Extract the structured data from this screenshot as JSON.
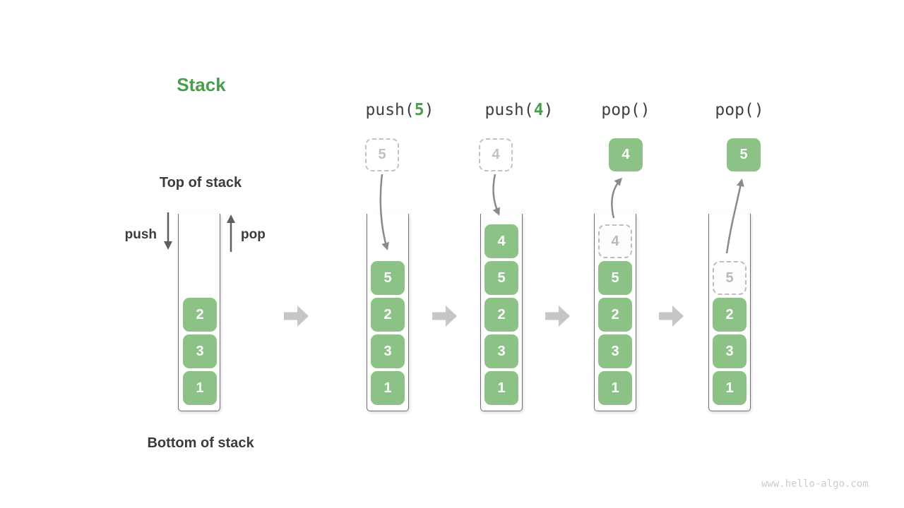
{
  "page": {
    "title": "Stack",
    "watermark": "www.hello-algo.com"
  },
  "legend": {
    "top_label": "Top of stack",
    "bottom_label": "Bottom of stack",
    "push_label": "push",
    "pop_label": "pop"
  },
  "base_stack": {
    "cells": [
      {
        "value": "2"
      },
      {
        "value": "3"
      },
      {
        "value": "1"
      }
    ]
  },
  "operations": [
    {
      "name": "push(5)",
      "label": {
        "prefix": "push(",
        "arg": "5",
        "suffix": ")"
      },
      "floating": {
        "value": "5",
        "style": "dashed"
      },
      "arrow_direction": "down",
      "cells": [
        {
          "value": "5"
        },
        {
          "value": "2"
        },
        {
          "value": "3"
        },
        {
          "value": "1"
        }
      ]
    },
    {
      "name": "push(4)",
      "label": {
        "prefix": "push(",
        "arg": "4",
        "suffix": ")"
      },
      "floating": {
        "value": "4",
        "style": "dashed"
      },
      "arrow_direction": "down",
      "cells": [
        {
          "value": "4"
        },
        {
          "value": "5"
        },
        {
          "value": "2"
        },
        {
          "value": "3"
        },
        {
          "value": "1"
        }
      ]
    },
    {
      "name": "pop()",
      "label": {
        "prefix": "pop(",
        "arg": "",
        "suffix": ")"
      },
      "floating": {
        "value": "4",
        "style": "solid"
      },
      "arrow_direction": "up",
      "cells": [
        {
          "value": "4",
          "ghost": true
        },
        {
          "value": "5"
        },
        {
          "value": "2"
        },
        {
          "value": "3"
        },
        {
          "value": "1"
        }
      ]
    },
    {
      "name": "pop()",
      "label": {
        "prefix": "pop(",
        "arg": "",
        "suffix": ")"
      },
      "floating": {
        "value": "5",
        "style": "solid"
      },
      "arrow_direction": "up",
      "cells": [
        {
          "value": "5",
          "ghost": true
        },
        {
          "value": "2"
        },
        {
          "value": "3"
        },
        {
          "value": "1"
        }
      ]
    }
  ],
  "colors": {
    "cell_green": "#8dc287",
    "accent_green": "#4a9d4a",
    "text_dark": "#3b3b3b",
    "code_text": "#3f3f3f",
    "ghost_border": "#bdbdbd",
    "ghost_text": "#b9b9b9",
    "guide_arrow": "#8a8a8a",
    "legend_arrow": "#5f5f5f",
    "block_arrow": "#c6c6c6",
    "container_wall": "#6f6f6f",
    "watermark": "#cccccc"
  }
}
